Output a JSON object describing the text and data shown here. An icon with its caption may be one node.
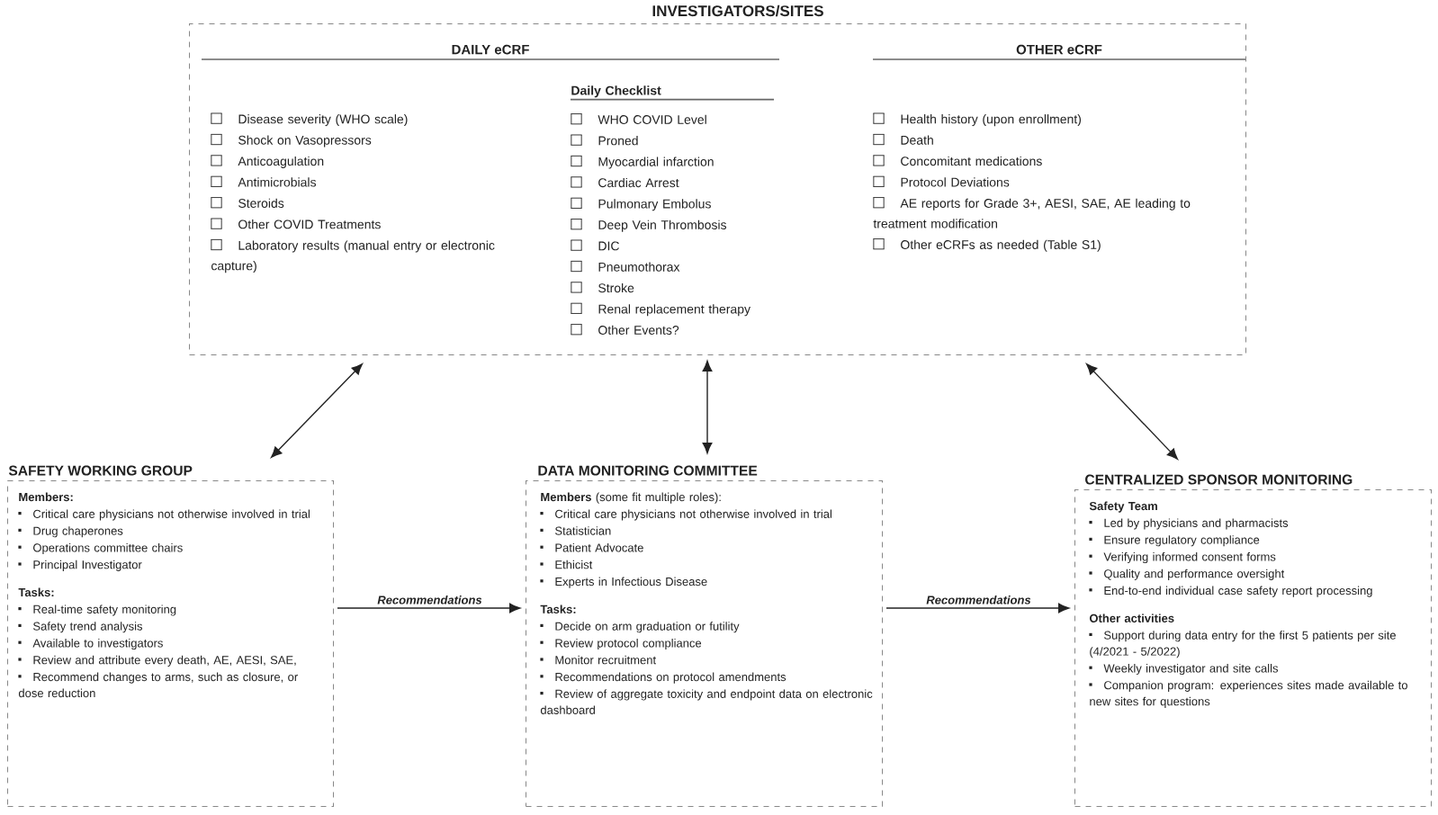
{
  "diagram": {
    "nodes": [
      {
        "text": [
          "INVESTIGATORS/SITES",
          "DAILY eCRF",
          "Disease severity (WHO scale)",
          "Shock on Vasopressors",
          "Anticoagulation",
          "Antimicrobials",
          "Steroids",
          "Other COVID Treatments",
          "Laboratory results (manual entry or electronic capture)",
          "Daily Checklist",
          "WHO COVID Level",
          "Proned",
          "Myocardial infarction",
          "Cardiac Arrest",
          "Pulmonary Embolus",
          "Deep Vein Thrombosis",
          "DIC",
          "Pneumothorax",
          "Stroke",
          "Renal replacement therapy",
          "Other Events?",
          "OTHER eCRF",
          "Health history (upon enrollment)",
          "Death",
          "Concomitant medications",
          "Protocol Deviations",
          "AE reports for Grade 3+, AESI, SAE, AE leading to treatment modification",
          "Other eCRFs as needed (Table S1)"
        ]
      },
      {
        "text": [
          "SAFETY WORKING GROUP",
          "Members:",
          "Critical care physicians not otherwise involved in trial",
          "Drug chaperones",
          "Operations committee chairs",
          "Principal Investigator",
          "Tasks:",
          "Real-time safety monitoring",
          "Safety trend analysis",
          "Available to investigators",
          "Review and attribute every death, AE, AESI, SAE,",
          "Recommend changes to arms, such as closure, or dose reduction"
        ]
      },
      {
        "text": [
          "DATA MONITORING COMMITTEE",
          "**Members** (some fit multiple roles):",
          "Critical care physicians not otherwise involved in trial",
          "Statistician",
          "Patient Advocate",
          "Ethicist",
          "Experts in Infectious Disease",
          "Tasks:",
          "Decide on arm graduation or futility",
          "Review protocol compliance",
          "Monitor recruitment",
          "Recommendations on protocol amendments",
          "Review of aggregate toxicity and endpoint data on electronic dashboard"
        ]
      },
      {
        "text": [
          "CENTRALIZED SPONSOR MONITORING",
          "Safety Team",
          "Led by physicians and pharmacists",
          "Ensure regulatory compliance",
          "Verifying informed consent forms",
          "Quality and performance oversight",
          "End-to-end individual case safety report processing",
          "Other activities",
          "Support during data entry for the first 5 patients per site (4/2021 -  5/2022)",
          "Weekly investigator and site calls",
          "Companion program: experiences sites made available to new sites for questions"
        ]
      }
    ],
    "edges": [
      {
        "from": 0,
        "to": 1,
        "arrow": "both"
      },
      {
        "from": 0,
        "to": 2,
        "arrow": "both"
      },
      {
        "from": 0,
        "to": 3,
        "arrow": "both"
      },
      {
        "from": 1,
        "to": 2,
        "arrow": "to",
        "label": "Recommendations"
      },
      {
        "from": 2,
        "to": 3,
        "arrow": "to",
        "label": "Recommendations"
      }
    ]
  }
}
